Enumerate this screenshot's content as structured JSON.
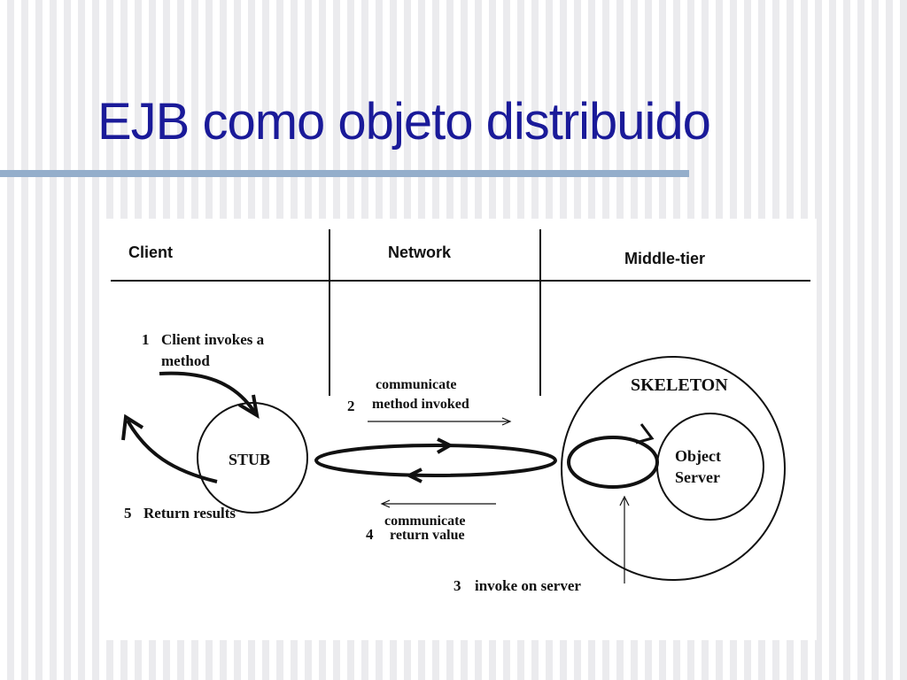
{
  "slide": {
    "title": "EJB como objeto distribuido"
  },
  "diagram": {
    "columns": [
      "Client",
      "Network",
      "Middle-tier"
    ],
    "nodes": {
      "stub": "STUB",
      "skeleton": "SKELETON",
      "object_server": [
        "Object",
        "Server"
      ]
    },
    "steps": {
      "step1": {
        "number": "1",
        "lines": [
          "Client invokes a",
          "method"
        ]
      },
      "step2": {
        "number": "2",
        "lines": [
          "communicate",
          "method invoked"
        ]
      },
      "step3": {
        "number": "3",
        "text": "invoke on server"
      },
      "step4": {
        "number": "4",
        "lines": [
          "communicate",
          "return value"
        ]
      },
      "step5": {
        "number": "5",
        "text": "Return results"
      }
    }
  }
}
